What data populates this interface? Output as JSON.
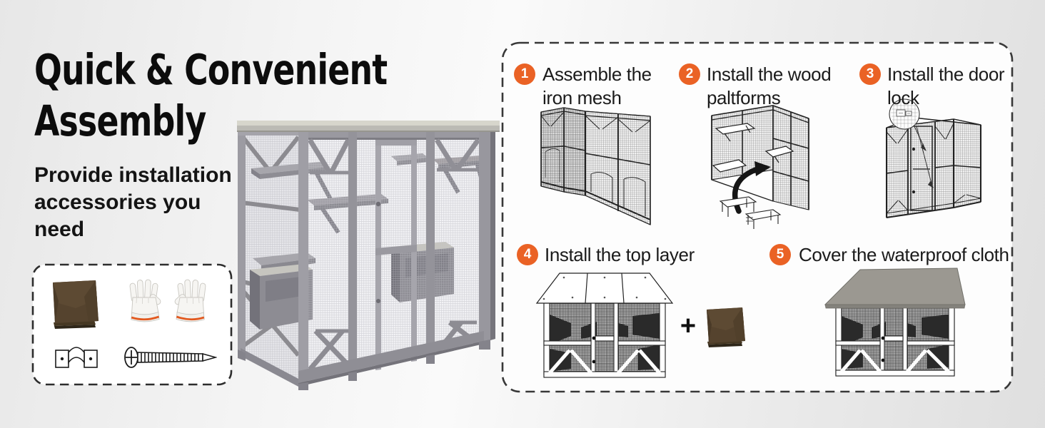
{
  "headline": {
    "line1": "Quick & Convenient",
    "line2": "Assembly"
  },
  "subtitle": "Provide installation accessories you need",
  "accessories": {
    "items": [
      "waterproof-cloth",
      "gloves",
      "mounting-bracket",
      "screw"
    ]
  },
  "steps": [
    {
      "num": "1",
      "label": "Assemble the iron mesh"
    },
    {
      "num": "2",
      "label": "Install the wood paltforms"
    },
    {
      "num": "3",
      "label": "Install the door lock"
    },
    {
      "num": "4",
      "label": "Install the top layer"
    },
    {
      "num": "5",
      "label": "Cover the waterproof cloth"
    }
  ],
  "plus_sign": "+",
  "colors": {
    "accent_orange": "#ea6225",
    "cloth_brown": "#57452f",
    "roof_gray": "#9b9891",
    "frame_gray": "#8f8e95"
  }
}
